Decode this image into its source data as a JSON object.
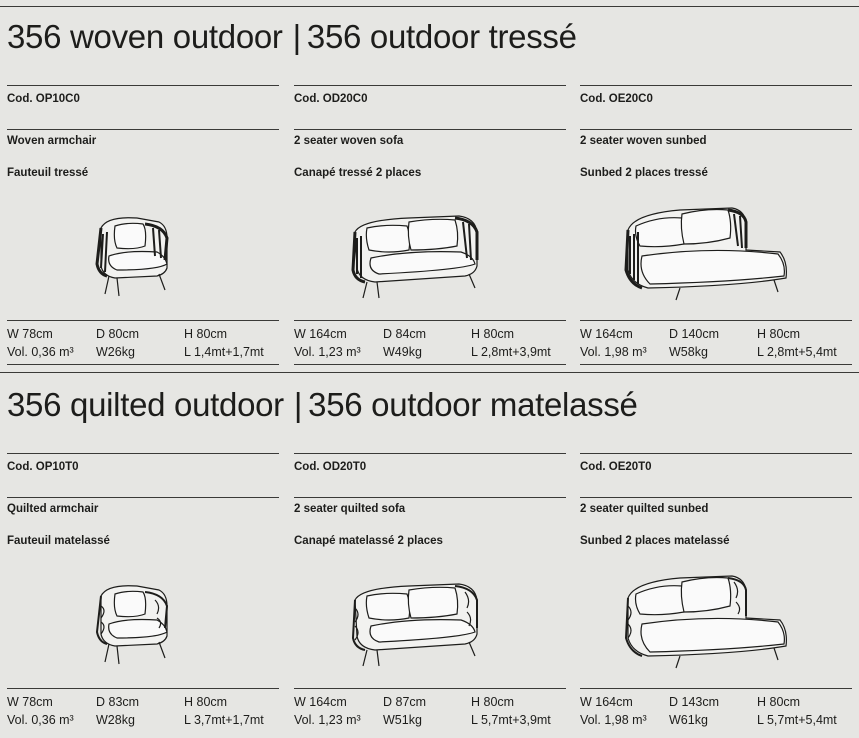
{
  "sections": [
    {
      "title_main": "356 woven outdoor",
      "separator": "|",
      "title_fr": "356 outdoor tressé",
      "items": [
        {
          "code": "Cod. OP10C0",
          "name_en": "Woven armchair",
          "name_fr": "Fauteuil tressé",
          "w": "W 78cm",
          "d": "D 80cm",
          "h": "H 80cm",
          "vol": "Vol. 0,36 m³",
          "weight": "W26kg",
          "l": "L 1,4mt+1,7mt",
          "icon": "woven-armchair-drawing"
        },
        {
          "code": "Cod. OD20C0",
          "name_en": "2 seater woven sofa",
          "name_fr": "Canapé tressé 2 places",
          "w": "W 164cm",
          "d": "D 84cm",
          "h": "H 80cm",
          "vol": "Vol. 1,23 m³",
          "weight": "W49kg",
          "l": "L 2,8mt+3,9mt",
          "icon": "woven-sofa-drawing"
        },
        {
          "code": "Cod. OE20C0",
          "name_en": "2 seater woven sunbed",
          "name_fr": "Sunbed 2 places tressé",
          "w": "W 164cm",
          "d": "D 140cm",
          "h": "H 80cm",
          "vol": "Vol. 1,98 m³",
          "weight": "W58kg",
          "l": "L 2,8mt+5,4mt",
          "icon": "woven-sunbed-drawing"
        }
      ]
    },
    {
      "title_main": "356 quilted outdoor",
      "separator": "|",
      "title_fr": "356 outdoor matelassé",
      "items": [
        {
          "code": "Cod. OP10T0",
          "name_en": "Quilted armchair",
          "name_fr": "Fauteuil matelassé",
          "w": "W 78cm",
          "d": "D 83cm",
          "h": "H 80cm",
          "vol": "Vol. 0,36 m³",
          "weight": "W28kg",
          "l": "L 3,7mt+1,7mt",
          "icon": "quilted-armchair-drawing"
        },
        {
          "code": "Cod. OD20T0",
          "name_en": "2 seater quilted sofa",
          "name_fr": "Canapé matelassé 2 places",
          "w": "W 164cm",
          "d": "D 87cm",
          "h": "H 80cm",
          "vol": "Vol. 1,23 m³",
          "weight": "W51kg",
          "l": "L 5,7mt+3,9mt",
          "icon": "quilted-sofa-drawing"
        },
        {
          "code": "Cod. OE20T0",
          "name_en": "2 seater quilted sunbed",
          "name_fr": "Sunbed 2 places matelassé",
          "w": "W 164cm",
          "d": "D 143cm",
          "h": "H 80cm",
          "vol": "Vol. 1,98 m³",
          "weight": "W61kg",
          "l": "L 5,7mt+5,4mt",
          "icon": "quilted-sunbed-drawing"
        }
      ]
    }
  ]
}
